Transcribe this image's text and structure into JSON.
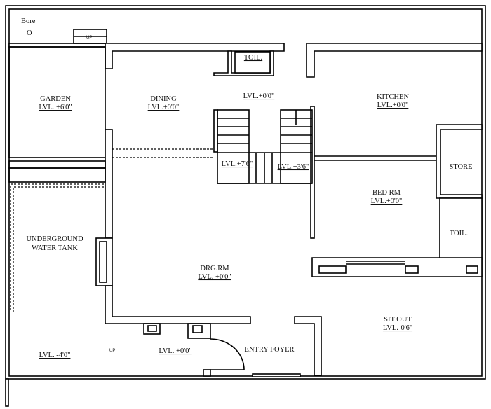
{
  "plan": {
    "bore": {
      "label": "Bore",
      "symbol": "O"
    },
    "up_top": "UP",
    "up_bottom": "UP",
    "rooms": {
      "garden": {
        "name": "GARDEN",
        "level": "LVL. +6'0\""
      },
      "dining": {
        "name": "DINING",
        "level": "LVL.+0'0\""
      },
      "toilet_top": {
        "name": "TOIL."
      },
      "passage": {
        "level": "LVL.+0'0\""
      },
      "kitchen": {
        "name": "KITCHEN",
        "level": "LVL.+0'0\""
      },
      "store": {
        "name": "STORE"
      },
      "stair_landing_left": {
        "level": "LVL.+7'6\""
      },
      "stair_landing_right": {
        "level": "LVL.+3'6\""
      },
      "bedroom": {
        "name": "BED RM",
        "level": "LVL.+0'0\""
      },
      "toilet_right": {
        "name": "TOIL."
      },
      "water_tank": {
        "name_line1": "UNDERGROUND",
        "name_line2": "WATER TANK"
      },
      "drawing_room": {
        "name": "DRG.RM",
        "level": "LVL. +0'0\""
      },
      "sit_out": {
        "name": "SIT OUT",
        "level": "LVL.-0'6\""
      },
      "entry_foyer": {
        "name": "ENTRY FOYER"
      },
      "porch": {
        "level": "LVL. +0'0\""
      },
      "lower_left": {
        "level": "LVL. -4'0\""
      }
    }
  }
}
